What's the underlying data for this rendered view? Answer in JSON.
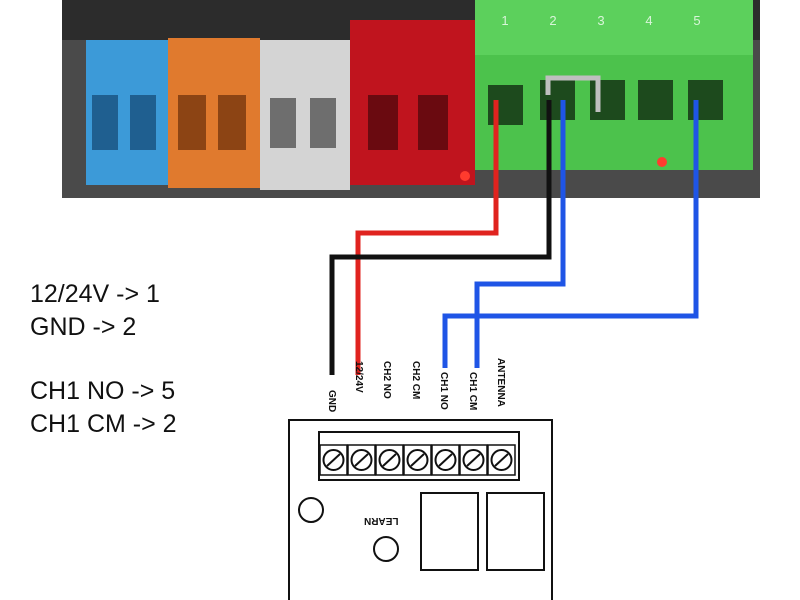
{
  "photo": {
    "header_terminal_numbers": [
      "1",
      "2",
      "3",
      "4",
      "5"
    ]
  },
  "notes": {
    "power": "12/24V -> 1",
    "ground": "GND -> 2",
    "ch1_no": "CH1 NO -> 5",
    "ch1_cm": "CH1 CM -> 2"
  },
  "receiver": {
    "terminal_labels": [
      "GND",
      "12/24V",
      "CH2 NO",
      "CH2 CM",
      "CH1 NO",
      "CH1 CM",
      "ANTENNA"
    ],
    "learn_label": "LEARN"
  },
  "wire_colors": {
    "power": "#e0231f",
    "ground": "#111111",
    "channel": "#1f55e6"
  }
}
